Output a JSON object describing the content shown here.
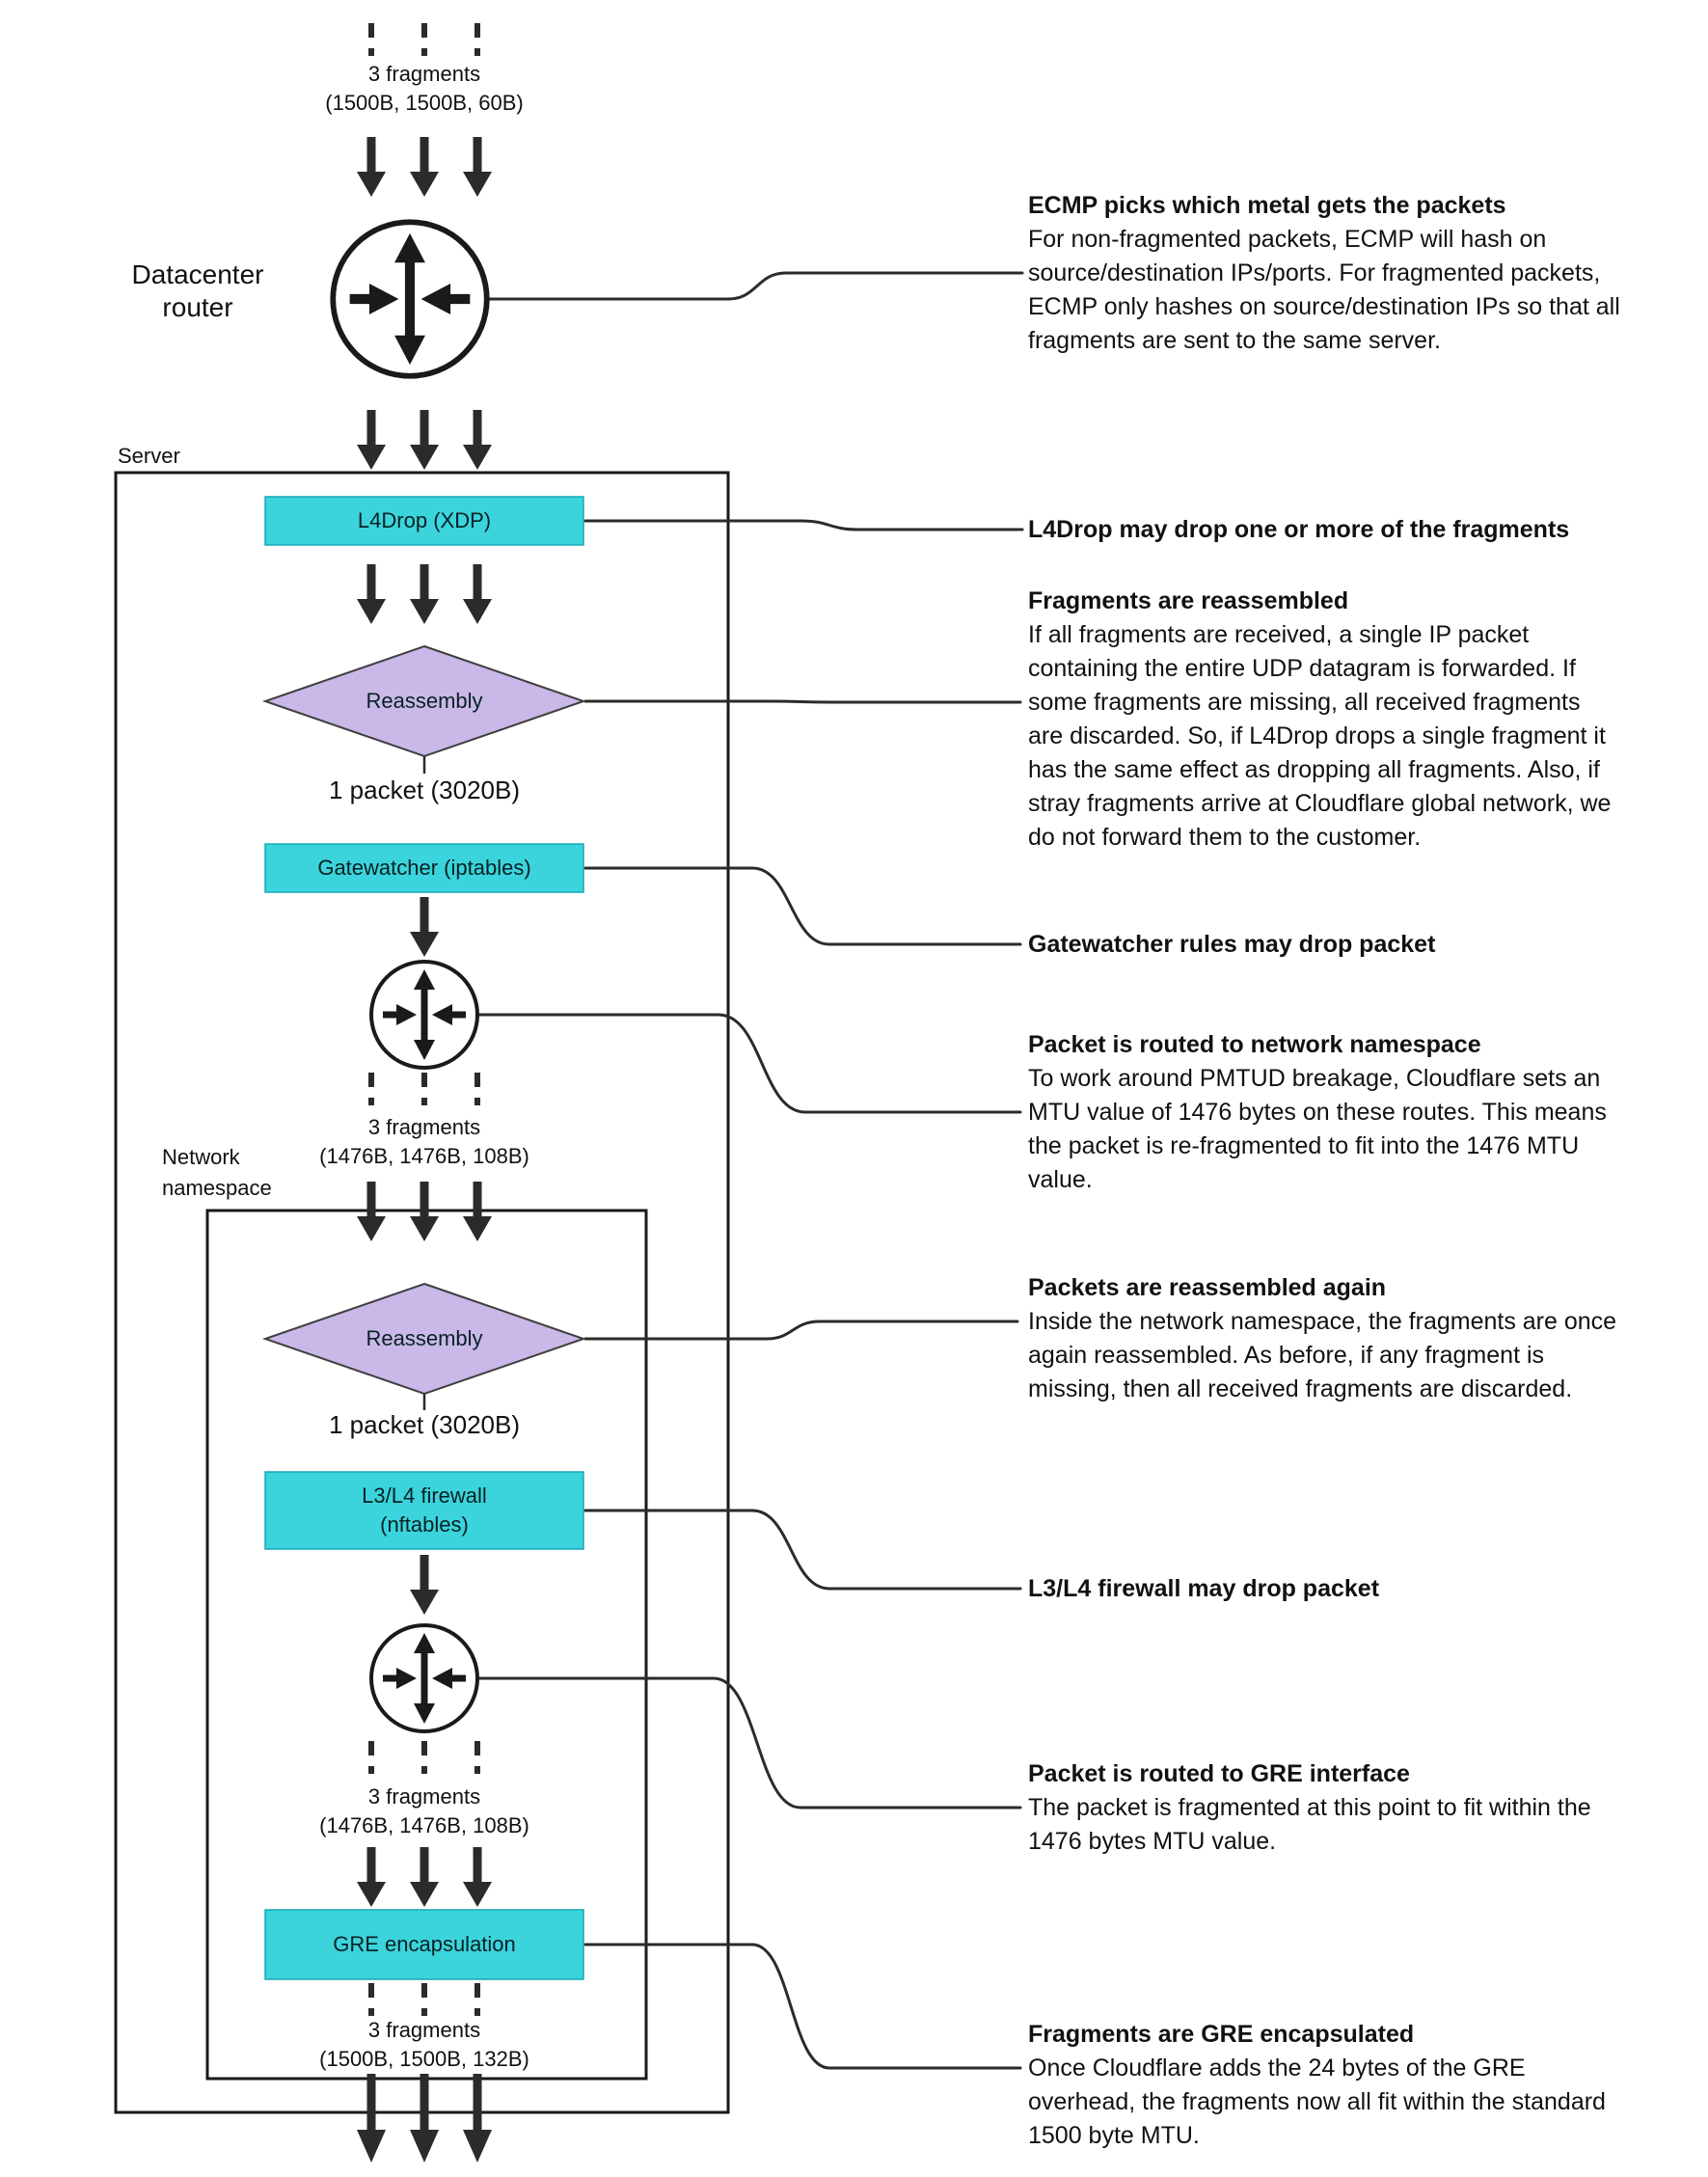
{
  "colors": {
    "box_cyan": "#3bd4dc",
    "diamond_purple": "#c9b8e8",
    "line_dark": "#2b2b2b"
  },
  "flow": {
    "fragments_top": {
      "label": "3 fragments",
      "sizes": "(1500B, 1500B, 60B)"
    },
    "datacenter_router_label": "Datacenter\nrouter",
    "server_label": "Server",
    "l4drop_label": "L4Drop (XDP)",
    "reassembly_label": "Reassembly",
    "packet_label": "1 packet (3020B)",
    "gatewatcher_label": "Gatewatcher (iptables)",
    "fragments_mid": {
      "label": "3 fragments",
      "sizes": "(1476B, 1476B, 108B)"
    },
    "network_namespace_label": "Network\nnamespace",
    "reassembly2_label": "Reassembly",
    "packet2_label": "1 packet (3020B)",
    "l3l4_firewall_label": "L3/L4 firewall\n(nftables)",
    "fragments_pre_gre": {
      "label": "3 fragments",
      "sizes": "(1476B, 1476B, 108B)"
    },
    "gre_label": "GRE encapsulation",
    "fragments_bottom": {
      "label": "3 fragments",
      "sizes": "(1500B, 1500B, 132B)"
    }
  },
  "annotations": [
    {
      "title": "ECMP picks which metal gets the packets",
      "body": "For non-fragmented packets, ECMP will hash on\nsource/destination IPs/ports. For fragmented packets,\nECMP only hashes on source/destination IPs so that all\nfragments are sent to the same server."
    },
    {
      "title": "L4Drop may drop one or more of the fragments",
      "body": ""
    },
    {
      "title": "Fragments are reassembled",
      "body": "If all fragments are received, a single IP packet\ncontaining the entire UDP datagram is forwarded. If\nsome fragments are missing, all received fragments\nare discarded. So, if L4Drop drops a single fragment it\nhas the same effect as dropping all fragments. Also, if\nstray fragments arrive at Cloudflare global network, we\ndo not forward them to the customer."
    },
    {
      "title": "Gatewatcher rules may drop packet",
      "body": ""
    },
    {
      "title": "Packet is routed to network namespace",
      "body": "To work around PMTUD breakage, Cloudflare sets an\nMTU value of 1476 bytes on these routes. This means\nthe packet is re-fragmented to fit into the 1476 MTU\nvalue."
    },
    {
      "title": "Packets are reassembled again",
      "body": "Inside the network namespace, the fragments are once\nagain reassembled. As before, if any fragment is\nmissing, then all received fragments are discarded."
    },
    {
      "title": "L3/L4 firewall may drop packet",
      "body": ""
    },
    {
      "title": "Packet is routed to GRE interface",
      "body": "The packet is fragmented at this point to fit within the\n1476 bytes MTU value."
    },
    {
      "title": "Fragments are GRE encapsulated",
      "body": "Once Cloudflare adds the 24 bytes of the GRE\noverhead, the fragments now all fit within the standard\n1500 byte MTU."
    }
  ]
}
